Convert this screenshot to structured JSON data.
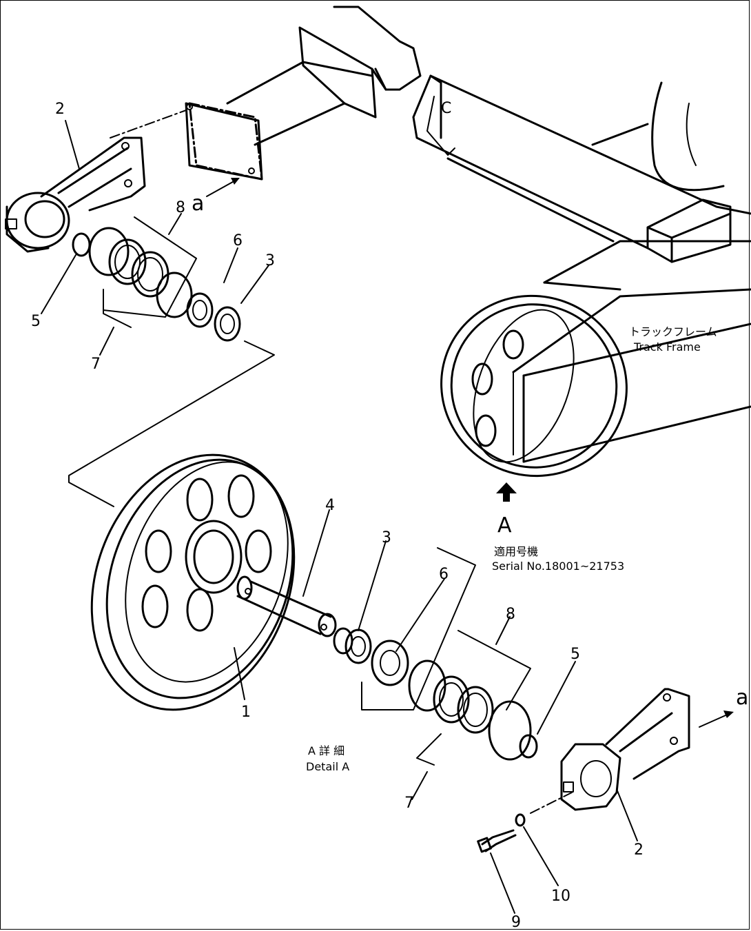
{
  "callouts": {
    "c2_top": "2",
    "c8_top": "8",
    "c6_top": "6",
    "c3_top": "3",
    "c5_top": "5",
    "c7_top": "7",
    "ca_top": "a",
    "c4": "4",
    "c3_mid": "3",
    "c6_mid": "6",
    "c8_mid": "8",
    "c5_mid": "5",
    "ca_right": "a",
    "c1": "1",
    "c7_bot": "7",
    "c2_bot": "2",
    "c10": "10",
    "c9": "9"
  },
  "labels": {
    "track_frame_jp": "トラックフレーム",
    "track_frame_en": "Track Frame",
    "view_letter": "A",
    "serial_jp": "適用号機",
    "serial_en": "Serial No.18001~21753",
    "detail_jp": "A 詳 細",
    "detail_en": "Detail A",
    "frame_mark": "C"
  }
}
